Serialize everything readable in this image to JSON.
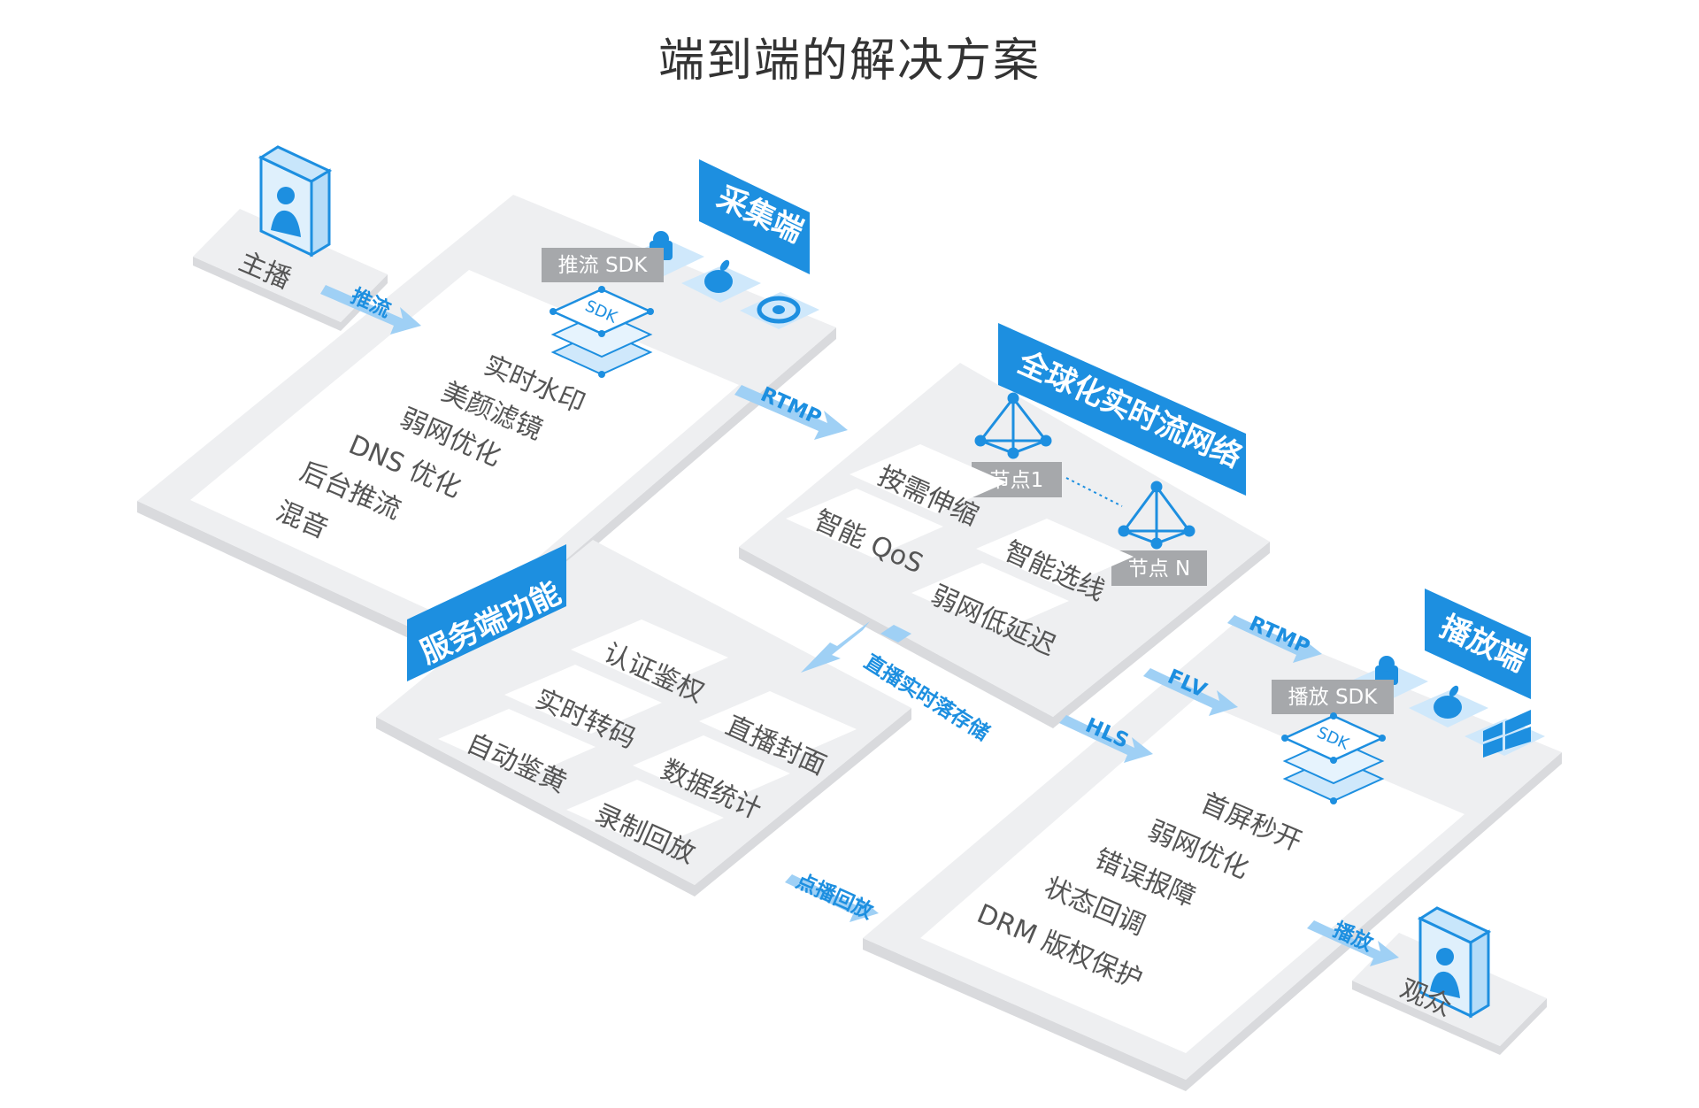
{
  "title": "端到端的解决方案",
  "actors": {
    "broadcaster": "主播",
    "viewer": "观众"
  },
  "capture": {
    "tag": "采集端",
    "sdk_label": "推流 SDK",
    "sdk_icon_text": "SDK",
    "platforms": [
      "android-icon",
      "apple-icon",
      "camera-icon"
    ],
    "features": [
      "实时水印",
      "美颜滤镜",
      "弱网优化",
      "DNS 优化",
      "后台推流",
      "混音"
    ]
  },
  "network": {
    "tag": "全球化实时流网络",
    "node1": "节点1",
    "nodeN": "节点 N",
    "features": [
      "按需伸缩",
      "智能 QoS",
      "智能选线",
      "弱网低延迟"
    ]
  },
  "server": {
    "tag": "服务端功能",
    "features": [
      "认证鉴权",
      "实时转码",
      "直播封面",
      "自动鉴黄",
      "数据统计",
      "录制回放"
    ]
  },
  "player": {
    "tag": "播放端",
    "sdk_label": "播放 SDK",
    "sdk_icon_text": "SDK",
    "platforms": [
      "android-icon",
      "apple-icon",
      "windows-icon"
    ],
    "features": [
      "首屏秒开",
      "弱网优化",
      "错误报障",
      "状态回调",
      "DRM 版权保护"
    ]
  },
  "arrows": {
    "push": "推流",
    "rtmp1": "RTMP",
    "storage": "直播实时落存储",
    "rtmp2": "RTMP",
    "flv": "FLV",
    "hls": "HLS",
    "vod": "点播回放",
    "play": "播放"
  },
  "colors": {
    "accent": "#1d8fe0",
    "arrow": "#9fd0f5",
    "plate": "#eeeff1",
    "plate_side": "#d9dadd",
    "gray_label": "#a6a8ab"
  }
}
